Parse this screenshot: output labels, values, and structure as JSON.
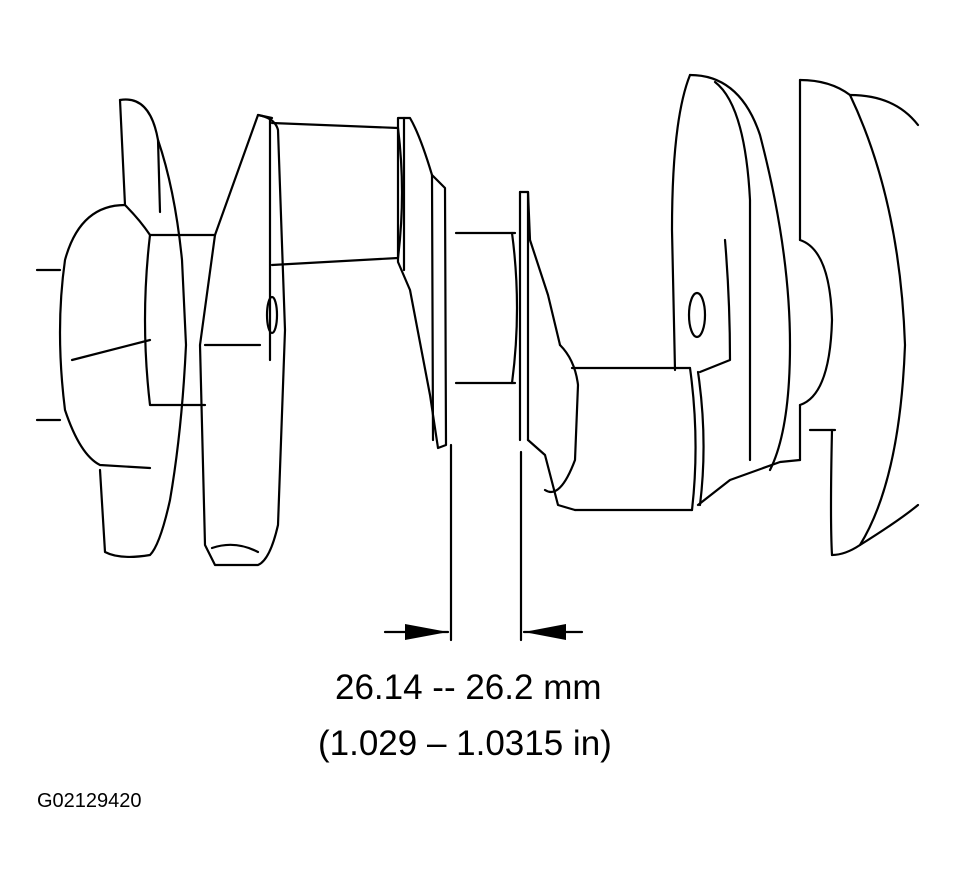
{
  "figure": {
    "dimension_mm": "26.14 -- 26.2 mm",
    "dimension_in": "(1.029 – 1.0315 in)",
    "figure_id": "G02129420"
  },
  "icons": {
    "part": "crankshaft-drawing",
    "dimension_marker": "dimension-arrows"
  },
  "colors": {
    "line": "#000000",
    "background": "#ffffff"
  }
}
